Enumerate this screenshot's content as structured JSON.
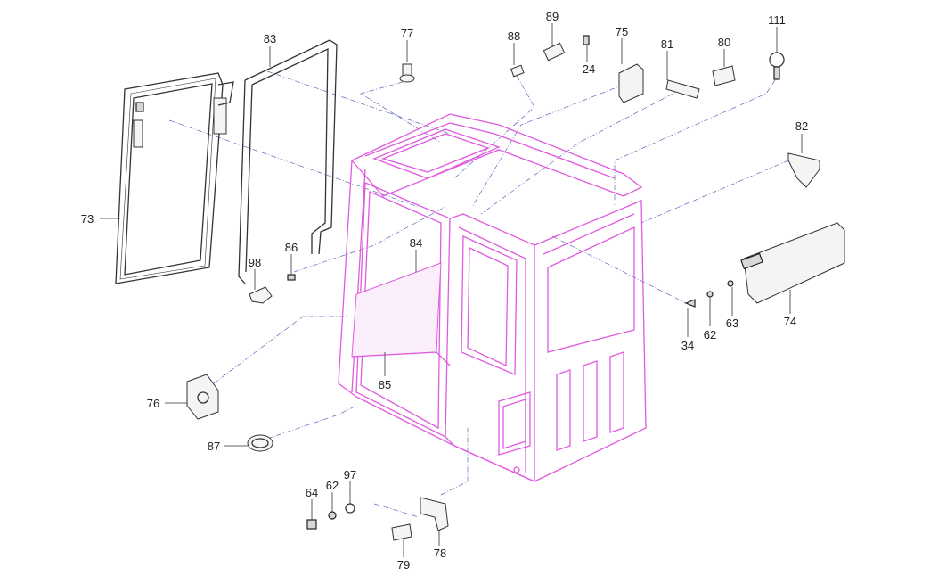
{
  "callouts": [
    {
      "id": "p73",
      "label": "73"
    },
    {
      "id": "p83",
      "label": "83"
    },
    {
      "id": "p77",
      "label": "77"
    },
    {
      "id": "p88",
      "label": "88"
    },
    {
      "id": "p89",
      "label": "89"
    },
    {
      "id": "p24",
      "label": "24"
    },
    {
      "id": "p75",
      "label": "75"
    },
    {
      "id": "p81",
      "label": "81"
    },
    {
      "id": "p80",
      "label": "80"
    },
    {
      "id": "p111",
      "label": "111"
    },
    {
      "id": "p82",
      "label": "82"
    },
    {
      "id": "p84",
      "label": "84"
    },
    {
      "id": "p86",
      "label": "86"
    },
    {
      "id": "p98",
      "label": "98"
    },
    {
      "id": "p85",
      "label": "85"
    },
    {
      "id": "p74",
      "label": "74"
    },
    {
      "id": "p34",
      "label": "34"
    },
    {
      "id": "p62a",
      "label": "62"
    },
    {
      "id": "p63",
      "label": "63"
    },
    {
      "id": "p76",
      "label": "76"
    },
    {
      "id": "p87",
      "label": "87"
    },
    {
      "id": "p64",
      "label": "64"
    },
    {
      "id": "p62b",
      "label": "62"
    },
    {
      "id": "p97",
      "label": "97"
    },
    {
      "id": "p78",
      "label": "78"
    },
    {
      "id": "p79",
      "label": "79"
    }
  ],
  "colors": {
    "cab_outline": "#e05ae0",
    "parts_outline": "#333333",
    "assembly_lines": "#5a67b8"
  }
}
